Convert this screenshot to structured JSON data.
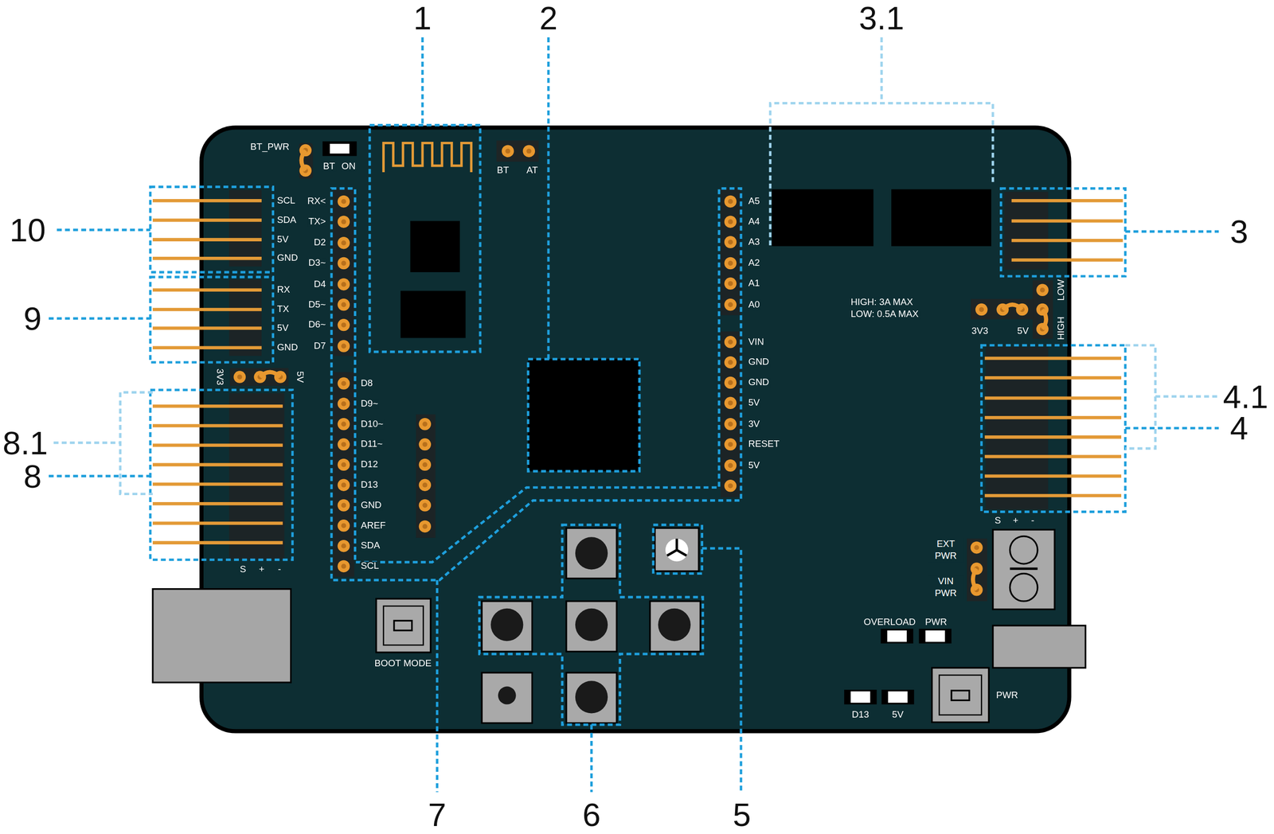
{
  "diagram": {
    "labels": [
      "1",
      "2",
      "3.1",
      "10",
      "3",
      "9",
      "4.1",
      "8.1",
      "4",
      "8",
      "7",
      "6",
      "5",
      "BT_PWR",
      "BT",
      "ON",
      "BT",
      "AT",
      "SCL",
      "SDA",
      "5V",
      "GND",
      "RX",
      "TX",
      "5V",
      "GND",
      "3V3",
      "5V",
      "S",
      "+",
      "-",
      "RX<",
      "TX>",
      "D2",
      "D3~",
      "D4",
      "D5~",
      "D6~",
      "D7",
      "D8",
      "D9~",
      "D10~",
      "D11~",
      "D12",
      "D13",
      "GND",
      "AREF",
      "SDA",
      "SCL",
      "A5",
      "A4",
      "A3",
      "A2",
      "A1",
      "A0",
      "VIN",
      "GND",
      "GND",
      "5V",
      "3V",
      "RESET",
      "5V",
      "HIGH: 3A MAX",
      "LOW: 0.5A MAX",
      "3V3",
      "5V",
      "LOW",
      "HIGH",
      "S",
      "+",
      "-",
      "EXT PWR",
      "VIN PWR",
      "OVERLOAD",
      "PWR",
      "D13",
      "5V",
      "PWR",
      "BOOT MODE"
    ]
  }
}
